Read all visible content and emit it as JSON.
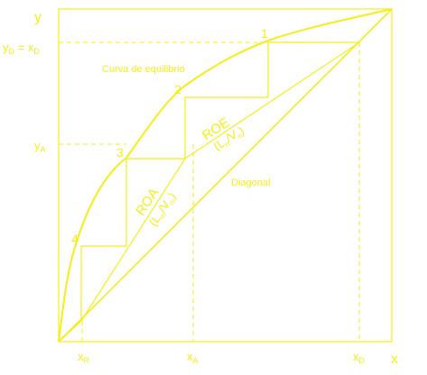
{
  "colors": {
    "ink": "#f5ee1a",
    "background": "#ffffff"
  },
  "axes": {
    "y_label": "y",
    "x_label": "x",
    "yD_eq": {
      "main": "y",
      "sub": "D",
      "eq": " = x",
      "sub2": "D"
    },
    "yA": {
      "main": "y",
      "sub": "A"
    },
    "xR": {
      "main": "x",
      "sub": "R"
    },
    "xA": {
      "main": "x",
      "sub": "A"
    },
    "xD": {
      "main": "x",
      "sub": "D"
    }
  },
  "curves": {
    "equilibrium": "Curva de equilibrio",
    "diagonal": "Diagonal",
    "roe": {
      "name": "ROE",
      "paren_open": "(L",
      "sub1": "n",
      "slash": "/V",
      "sub2": "n",
      "paren_close": ")"
    },
    "roa": {
      "name": "ROA",
      "paren_open": "(L",
      "sub1": "m",
      "slash": "/V",
      "sub2": "m",
      "paren_close": ")"
    }
  },
  "stages": [
    "1",
    "2",
    "3",
    "4"
  ]
}
